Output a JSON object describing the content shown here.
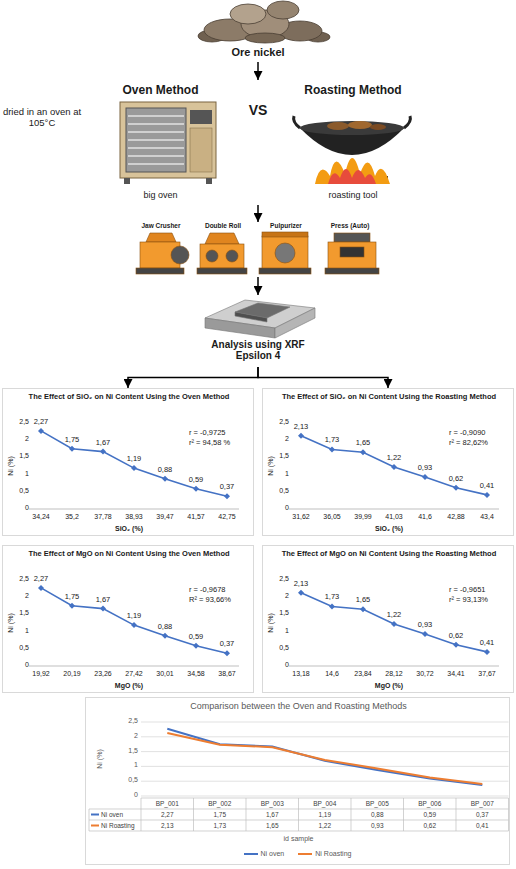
{
  "diagram": {
    "nodes": [
      {
        "text": [
          "Ore nickel"
        ]
      },
      {
        "text": [
          "VS"
        ]
      },
      {
        "text": [
          "Oven Method",
          "big oven"
        ],
        "in": 1
      },
      {
        "text": [
          "Roasting Method",
          "roasting tool"
        ],
        "in": 1
      },
      {
        "text": [
          "Jaw Crusher",
          "Double Roll",
          "Pulpurizer",
          "Press (Auto)"
        ]
      },
      {
        "text": [
          "Analysis using XRF Epsilon 4"
        ]
      },
      {
        "text": [
          "The Effect of SiO₂ on Ni Content Using the Oven Method",
          "Ni (%)",
          "SiO₂ (%)",
          "r = -0,9725",
          "r² = 94,58 %",
          "2,5",
          "2",
          "1,5",
          "1",
          "0,5",
          "0",
          "2,27",
          "1,75",
          "1,67",
          "1,19",
          "0,88",
          "0,59",
          "0,37",
          "34,24",
          "35,2",
          "37,78",
          "38,93",
          "39,47",
          "41,57",
          "42,75"
        ]
      },
      {
        "text": [
          "The Effect of SiO₂ on Ni Content Using the Roasting Method",
          "Ni (%)",
          "SiO₂ (%)",
          "r = -0,9090",
          "r² = 82,62%",
          "2,5",
          "2",
          "1,5",
          "1",
          "0,5",
          "0",
          "2,13",
          "1,73",
          "1,65",
          "1,22",
          "0,93",
          "0,62",
          "0,41",
          "31,62",
          "36,05",
          "39,99",
          "41,03",
          "41,6",
          "42,88",
          "43,4"
        ]
      },
      {
        "text": [
          "The Effect of MgO on Ni Content Using the Oven Method",
          "Ni (%)",
          "MgO (%)",
          "r = -0,9678",
          "R² = 93,66%",
          "2,5",
          "2",
          "1,5",
          "1",
          "0,5",
          "0",
          "2,27",
          "1,75",
          "1,67",
          "1,19",
          "0,88",
          "0,59",
          "0,37",
          "19,92",
          "20,19",
          "23,26",
          "27,42",
          "30,01",
          "34,58",
          "38,67"
        ]
      },
      {
        "text": [
          "The Effect of MgO on Ni Content Using the Roasting Method",
          "Ni (%)",
          "MgO (%)",
          "r = -0,9651",
          "r² = 93,13%",
          "2,5",
          "2",
          "1,5",
          "1",
          "0,5",
          "0",
          "2,13",
          "1,73",
          "1,65",
          "1,22",
          "0,93",
          "0,62",
          "0,41",
          "13,18",
          "14,6",
          "23,84",
          "28,12",
          "30,72",
          "34,41",
          "37,67"
        ]
      },
      {
        "text": [
          "Comparison between the Oven and Roasting Methods",
          "Ni (%)",
          "2,5",
          "2",
          "1,5",
          "1",
          "0,5",
          "0",
          "BP_001",
          "BP_002",
          "BP_003",
          "BP_004",
          "BP_005",
          "BP_006",
          "BP_007",
          "Ni oven",
          "2,27",
          "1,75",
          "1,67",
          "1,19",
          "0,88",
          "0,59",
          "0,37",
          "Ni Roasting",
          "2,13",
          "1,73",
          "1,65",
          "1,22",
          "0,93",
          "0,62",
          "0,41",
          "id sample"
        ]
      }
    ],
    "edges": [
      {
        "from": 0,
        "to": 1,
        "arrow": "to"
      },
      {
        "from": 1,
        "to": 4,
        "arrow": "to"
      },
      {
        "from": 4,
        "to": 5,
        "arrow": "to"
      },
      {
        "from": 5,
        "to": 6,
        "arrow": "to"
      },
      {
        "from": 5,
        "to": 7,
        "arrow": "to"
      }
    ],
    "labels": [
      "dried in an oven at 105°C"
    ],
    "legend": [
      {
        "text": "Ni oven",
        "color": "#4472c4"
      },
      {
        "text": "Ni Roasting",
        "color": "#ed7d31"
      }
    ]
  }
}
